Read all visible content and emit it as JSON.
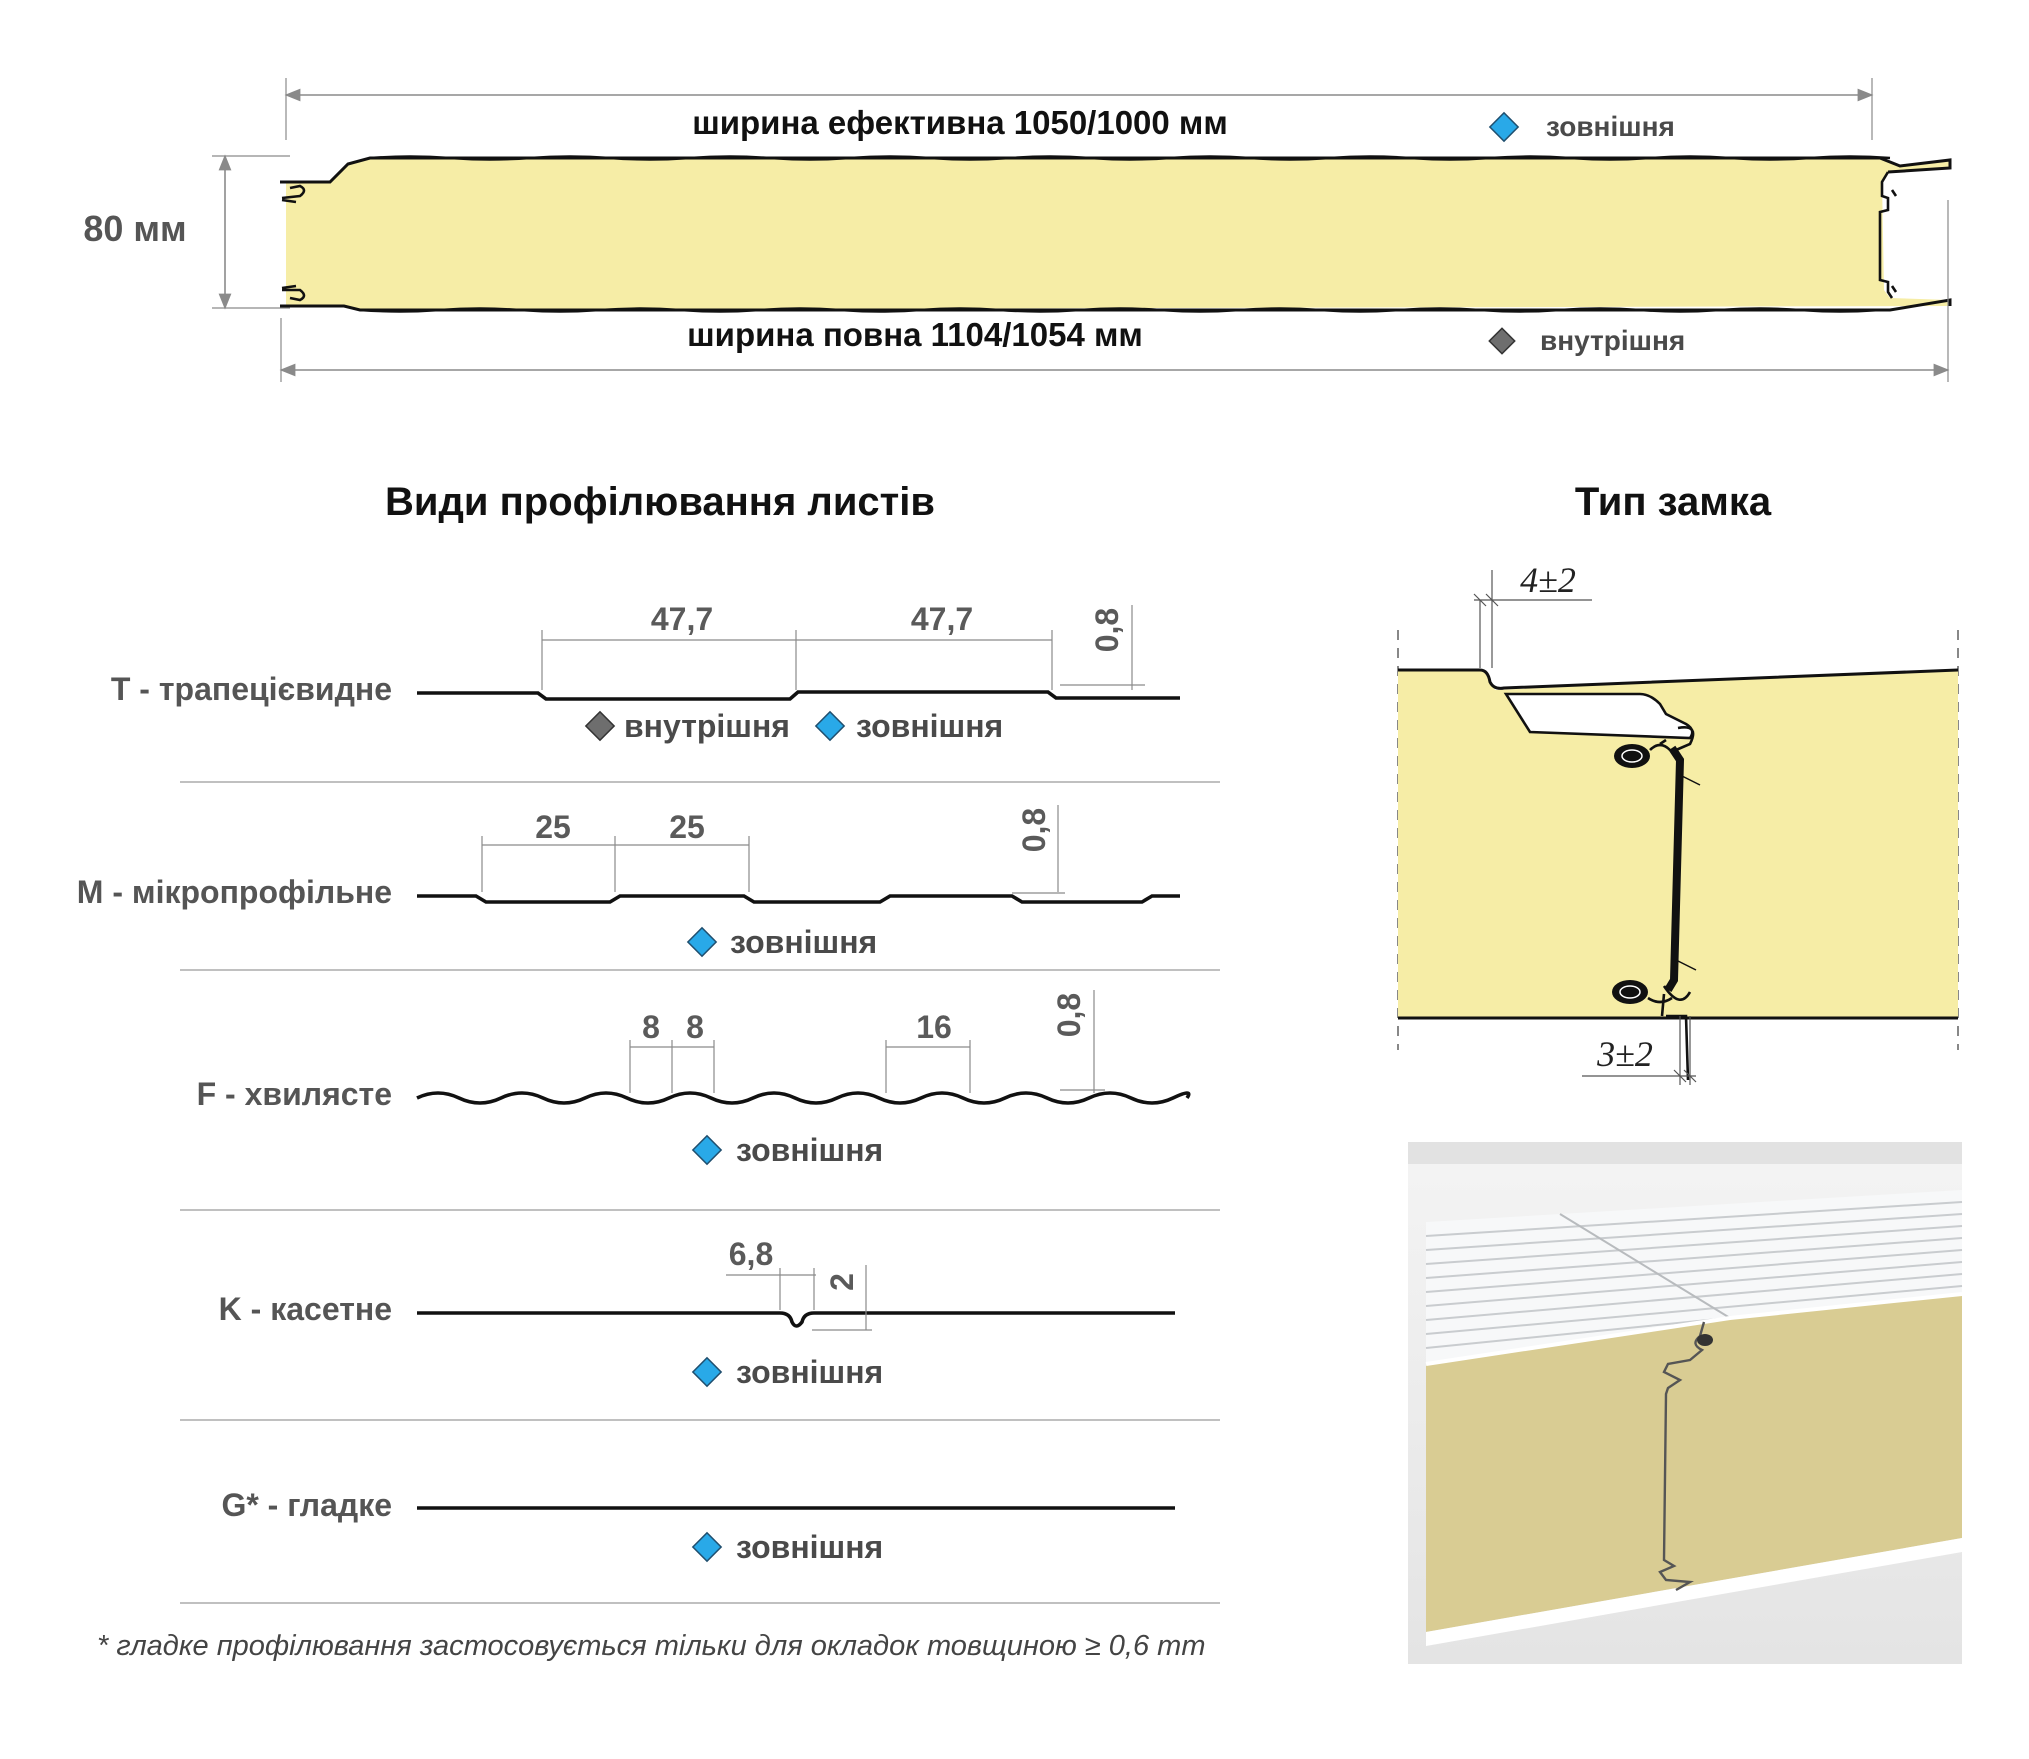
{
  "colors": {
    "foam": "#f6eda6",
    "outer_marker": "#29a9e8",
    "inner_marker": "#6e6e6e",
    "profile_line": "#111111",
    "dimension_line": "#8a8a8a",
    "separator": "#9a9a9a",
    "photo_foam": "#d9cc93",
    "photo_bg": "#ededed"
  },
  "panel": {
    "effective_width_label": "ширина ефективна 1050/1000 мм",
    "full_width_label": "ширина повна 1104/1054 мм",
    "thickness_label": "80 мм",
    "outer_label": "зовнішня",
    "inner_label": "внутрішня"
  },
  "profiles_section": {
    "title": "Види профілювання листів",
    "items": [
      {
        "label": "T - трапецієвидне",
        "dims": [
          "47,7",
          "47,7",
          "0,8"
        ],
        "legend": [
          {
            "marker": "inner",
            "text": "внутрішня"
          },
          {
            "marker": "outer",
            "text": "зовнішня"
          }
        ]
      },
      {
        "label": "M - мікропрофільне",
        "dims": [
          "25",
          "25",
          "0,8"
        ],
        "legend": [
          {
            "marker": "outer",
            "text": "зовнішня"
          }
        ]
      },
      {
        "label": "F - хвилясте",
        "dims": [
          "8",
          "8",
          "16",
          "0,8"
        ],
        "legend": [
          {
            "marker": "outer",
            "text": "зовнішня"
          }
        ]
      },
      {
        "label": "K - касетне",
        "dims": [
          "6,8",
          "2"
        ],
        "legend": [
          {
            "marker": "outer",
            "text": "зовнішня"
          }
        ]
      },
      {
        "label": "G* - гладке",
        "dims": [],
        "legend": [
          {
            "marker": "outer",
            "text": "зовнішня"
          }
        ]
      }
    ],
    "footnote": "* гладке профілювання застосовується тільки для окладок товщиною ≥ 0,6 mm"
  },
  "lock_section": {
    "title": "Тип замка",
    "top_dim": "4±2",
    "bottom_dim": "3±2"
  }
}
